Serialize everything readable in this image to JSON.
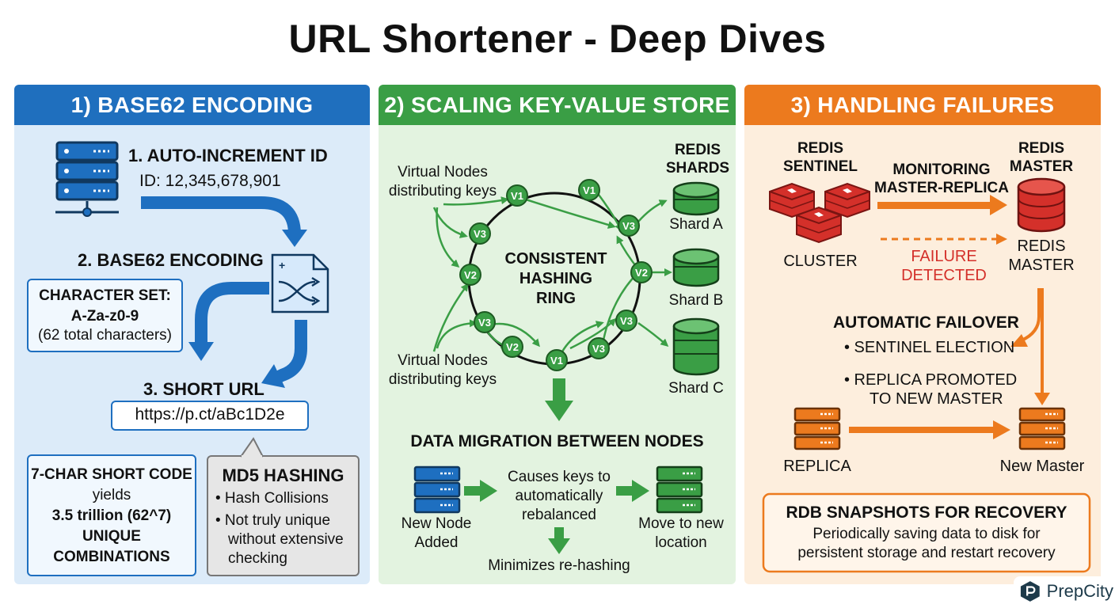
{
  "title": "URL Shortener - Deep Dives",
  "colors": {
    "blue": "#1e6fc0",
    "green": "#3a9e45",
    "orange": "#ec7a1e",
    "red": "#d4302a"
  },
  "panel1": {
    "heading": "1) BASE62 ENCODING",
    "step1_title": "1. AUTO-INCREMENT ID",
    "step1_id": "ID: 12,345,678,901",
    "step2_title": "2. BASE62 ENCODING",
    "charset_title": "CHARACTER SET:",
    "charset_value": "A-Za-z0-9",
    "charset_note": "(62 total characters)",
    "step3_title": "3. SHORT URL",
    "short_url": "https://p.ct/aBc1D2e",
    "code_box": [
      "7-CHAR SHORT CODE",
      "yields",
      "3.5 trillion (62^7)",
      "UNIQUE",
      "COMBINATIONS"
    ],
    "md5_title": "MD5 HASHING",
    "md5_bullets": [
      "• Hash Collisions",
      "• Not truly unique",
      "without extensive",
      "checking"
    ],
    "icons": [
      "server-icon",
      "shuffle-document-icon"
    ]
  },
  "panel2": {
    "heading": "2) SCALING KEY-VALUE STORE",
    "vnodes_top": [
      "Virtual Nodes",
      "distributing keys"
    ],
    "vnodes_bottom": [
      "Virtual Nodes",
      "distributing keys"
    ],
    "ring_label": [
      "CONSISTENT",
      "HASHING",
      "RING"
    ],
    "node_labels": [
      "V1",
      "V1",
      "V3",
      "V3",
      "V2",
      "V2",
      "V3",
      "V3",
      "V2",
      "V1",
      "V3"
    ],
    "shards_title": [
      "REDIS",
      "SHARDS"
    ],
    "shards": [
      "Shard A",
      "Shard B",
      "Shard C"
    ],
    "migration_title": "DATA MIGRATION BETWEEN NODES",
    "new_node": [
      "New Node",
      "Added"
    ],
    "causes": [
      "Causes keys to",
      "automatically",
      "rebalanced"
    ],
    "move": [
      "Move to new",
      "location"
    ],
    "minimizes": "Minimizes re-hashing"
  },
  "panel3": {
    "heading": "3) HANDLING FAILURES",
    "sentinel": [
      "REDIS",
      "SENTINEL"
    ],
    "cluster": "CLUSTER",
    "monitoring": [
      "MONITORING",
      "MASTER-REPLICA"
    ],
    "failure": [
      "FAILURE",
      "DETECTED"
    ],
    "master_top": [
      "REDIS",
      "MASTER"
    ],
    "master_bottom": [
      "REDIS",
      "MASTER"
    ],
    "failover_title": "AUTOMATIC FAILOVER",
    "failover_items": [
      "• SENTINEL ELECTION",
      "• REPLICA PROMOTED",
      "TO NEW MASTER"
    ],
    "replica": "REPLICA",
    "new_master": "New Master",
    "rdb_title": "RDB SNAPSHOTS FOR RECOVERY",
    "rdb_text": [
      "Periodically saving data to disk for",
      "persistent storage and restart recovery"
    ]
  },
  "brand": {
    "name": "PrepCity",
    "icon": "prepcity-logo-icon"
  }
}
